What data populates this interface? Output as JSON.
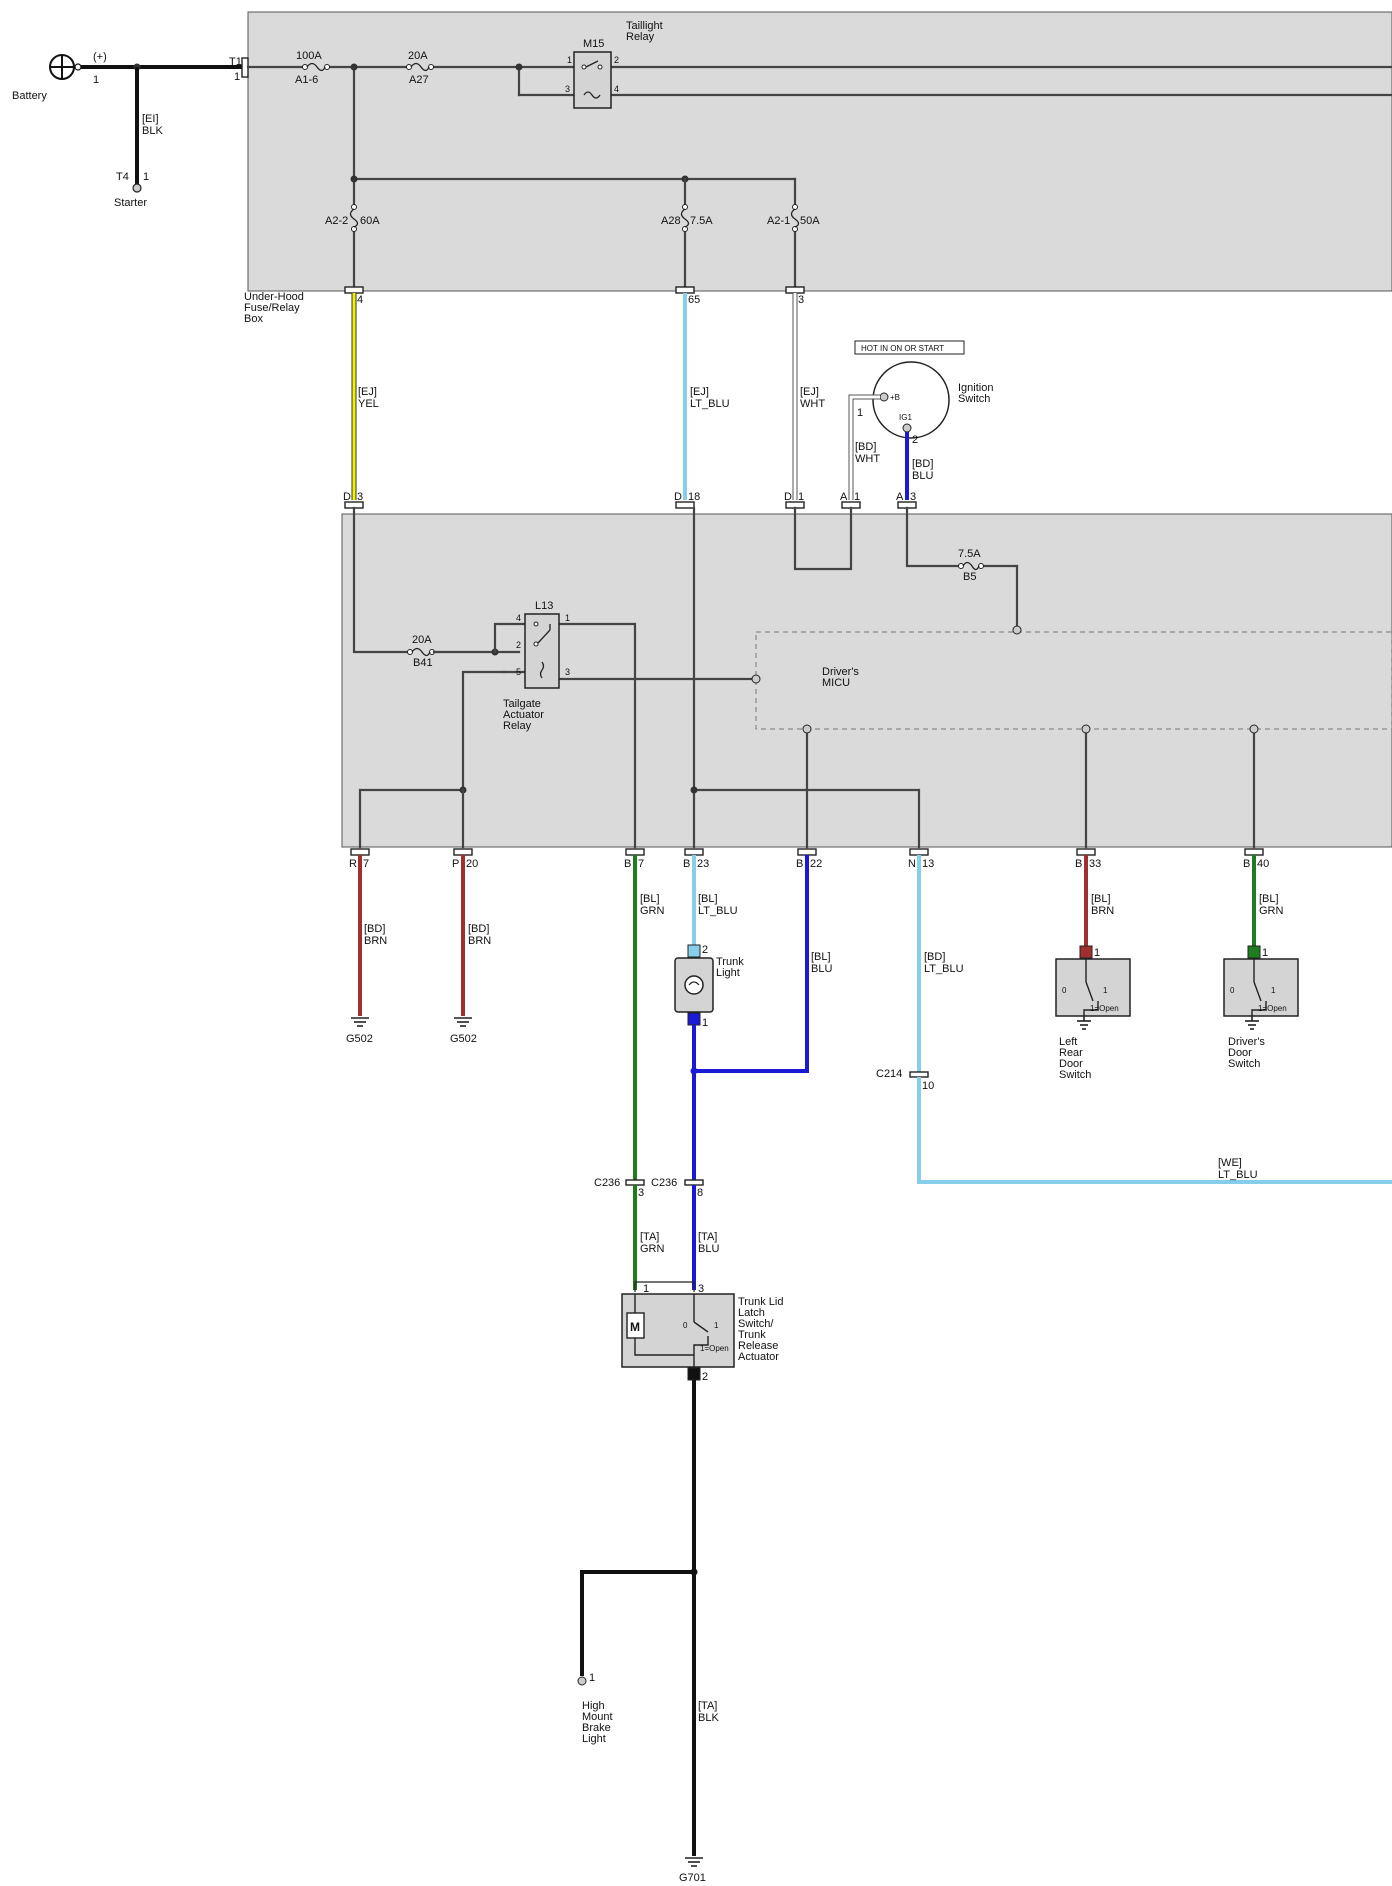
{
  "colors": {
    "BLK": "#111111",
    "YEL": "#f2f200",
    "LT_BLU": "#87ceeb",
    "BLU": "#1a1ad6",
    "WHT": "#ffffff",
    "GRN": "#1e7e1e",
    "BRN": "#a03030",
    "box": "#dadada"
  },
  "battery": {
    "label": "Battery",
    "plus": "(+)",
    "pin": "1"
  },
  "starter": {
    "conn": "T4",
    "pin": "1",
    "label": "Starter"
  },
  "battery_wire": {
    "conn": "[EI]",
    "color": "BLK"
  },
  "t1": {
    "conn": "T1",
    "pin": "1"
  },
  "underhood": {
    "label1": "Under-Hood",
    "label2": "Fuse/Relay",
    "label3": "Box",
    "f100": {
      "amps": "100A",
      "id": "A1-6"
    },
    "f20": {
      "amps": "20A",
      "id": "A27"
    },
    "fA22": {
      "id": "A2-2",
      "amps": "60A"
    },
    "fA28": {
      "id": "A28",
      "amps": "7.5A"
    },
    "fA21": {
      "id": "A2-1",
      "amps": "50A"
    },
    "pin4": "4",
    "pin65": "65",
    "pin3": "3"
  },
  "m15": {
    "id": "M15",
    "label1": "Taillight",
    "label2": "Relay",
    "p1": "1",
    "p2": "2",
    "p3": "3",
    "p4": "4"
  },
  "wires": {
    "yel": {
      "conn": "[EJ]",
      "color": "YEL"
    },
    "ltblu1": {
      "conn": "[EJ]",
      "color": "LT_BLU"
    },
    "wht1": {
      "conn": "[EJ]",
      "color": "WHT"
    },
    "wht2": {
      "conn": "[BD]",
      "color": "WHT",
      "pin": "1"
    },
    "blu1": {
      "conn": "[BD]",
      "color": "BLU",
      "pin": "2"
    },
    "brn_r7": {
      "conn": "[BD]",
      "color": "BRN"
    },
    "brn_p20": {
      "conn": "[BD]",
      "color": "BRN"
    },
    "grn_b7": {
      "conn": "[BL]",
      "color": "GRN"
    },
    "ltblu_b23": {
      "conn": "[BL]",
      "color": "LT_BLU"
    },
    "blu_b22": {
      "conn": "[BL]",
      "color": "BLU"
    },
    "ltblu_n13": {
      "conn": "[BD]",
      "color": "LT_BLU"
    },
    "brn_b33": {
      "conn": "[BL]",
      "color": "BRN"
    },
    "grn_b40": {
      "conn": "[BL]",
      "color": "GRN"
    },
    "we_ltblu": {
      "conn": "[WE]",
      "color": "LT_BLU"
    },
    "ta_grn": {
      "conn": "[TA]",
      "color": "GRN"
    },
    "ta_blu": {
      "conn": "[TA]",
      "color": "BLU"
    },
    "ta_blk": {
      "conn": "[TA]",
      "color": "BLK"
    }
  },
  "ignition": {
    "hot": "HOT IN ON OR START",
    "label1": "Ignition",
    "label2": "Switch",
    "b": "+B",
    "ig1": "IG1"
  },
  "micu_pins_top": {
    "d3": {
      "conn": "D",
      "pin": "3"
    },
    "d18": {
      "conn": "D",
      "pin": "18"
    },
    "d1": {
      "conn": "D",
      "pin": "1"
    },
    "a1": {
      "conn": "A",
      "pin": "1"
    },
    "a3": {
      "conn": "A",
      "pin": "3"
    }
  },
  "b5": {
    "amps": "7.5A",
    "id": "B5"
  },
  "b41": {
    "amps": "20A",
    "id": "B41"
  },
  "l13": {
    "id": "L13",
    "label1": "Tailgate",
    "label2": "Actuator",
    "label3": "Relay",
    "p4": "4",
    "p1": "1",
    "p2": "2",
    "p5": "5",
    "p3": "3"
  },
  "micu": {
    "label1": "Driver's",
    "label2": "MICU"
  },
  "micu_pins_bottom": {
    "r7": {
      "conn": "R",
      "pin": "7"
    },
    "p20": {
      "conn": "P",
      "pin": "20"
    },
    "b7": {
      "conn": "B",
      "pin": "7"
    },
    "b23": {
      "conn": "B",
      "pin": "23"
    },
    "b22": {
      "conn": "B",
      "pin": "22"
    },
    "n13": {
      "conn": "N",
      "pin": "13"
    },
    "b33": {
      "conn": "B",
      "pin": "33"
    },
    "b40": {
      "conn": "B",
      "pin": "40"
    }
  },
  "grounds": {
    "g502a": "G502",
    "g502b": "G502",
    "g701": "G701"
  },
  "trunk_light": {
    "label1": "Trunk",
    "label2": "Light",
    "p2": "2",
    "p1": "1"
  },
  "left_rear": {
    "label1": "Left",
    "label2": "Rear",
    "label3": "Door",
    "label4": "Switch",
    "pin": "1",
    "zero": "0",
    "one": "1",
    "open": "1=Open"
  },
  "drivers_door": {
    "label1": "Driver's",
    "label2": "Door",
    "label3": "Switch",
    "pin": "1",
    "zero": "0",
    "one": "1",
    "open": "1=Open"
  },
  "c214": {
    "id": "C214",
    "pin": "10"
  },
  "c236a": {
    "id": "C236",
    "pin": "3"
  },
  "c236b": {
    "id": "C236",
    "pin": "8"
  },
  "trunk_lid": {
    "label1": "Trunk Lid",
    "label2": "Latch",
    "label3": "Switch/",
    "label4": "Trunk",
    "label5": "Release",
    "label6": "Actuator",
    "p1": "1",
    "p3": "3",
    "p2": "2",
    "zero": "0",
    "one": "1",
    "open": "1=Open",
    "motor": "M"
  },
  "hmbl": {
    "label1": "High",
    "label2": "Mount",
    "label3": "Brake",
    "label4": "Light",
    "pin": "1"
  }
}
